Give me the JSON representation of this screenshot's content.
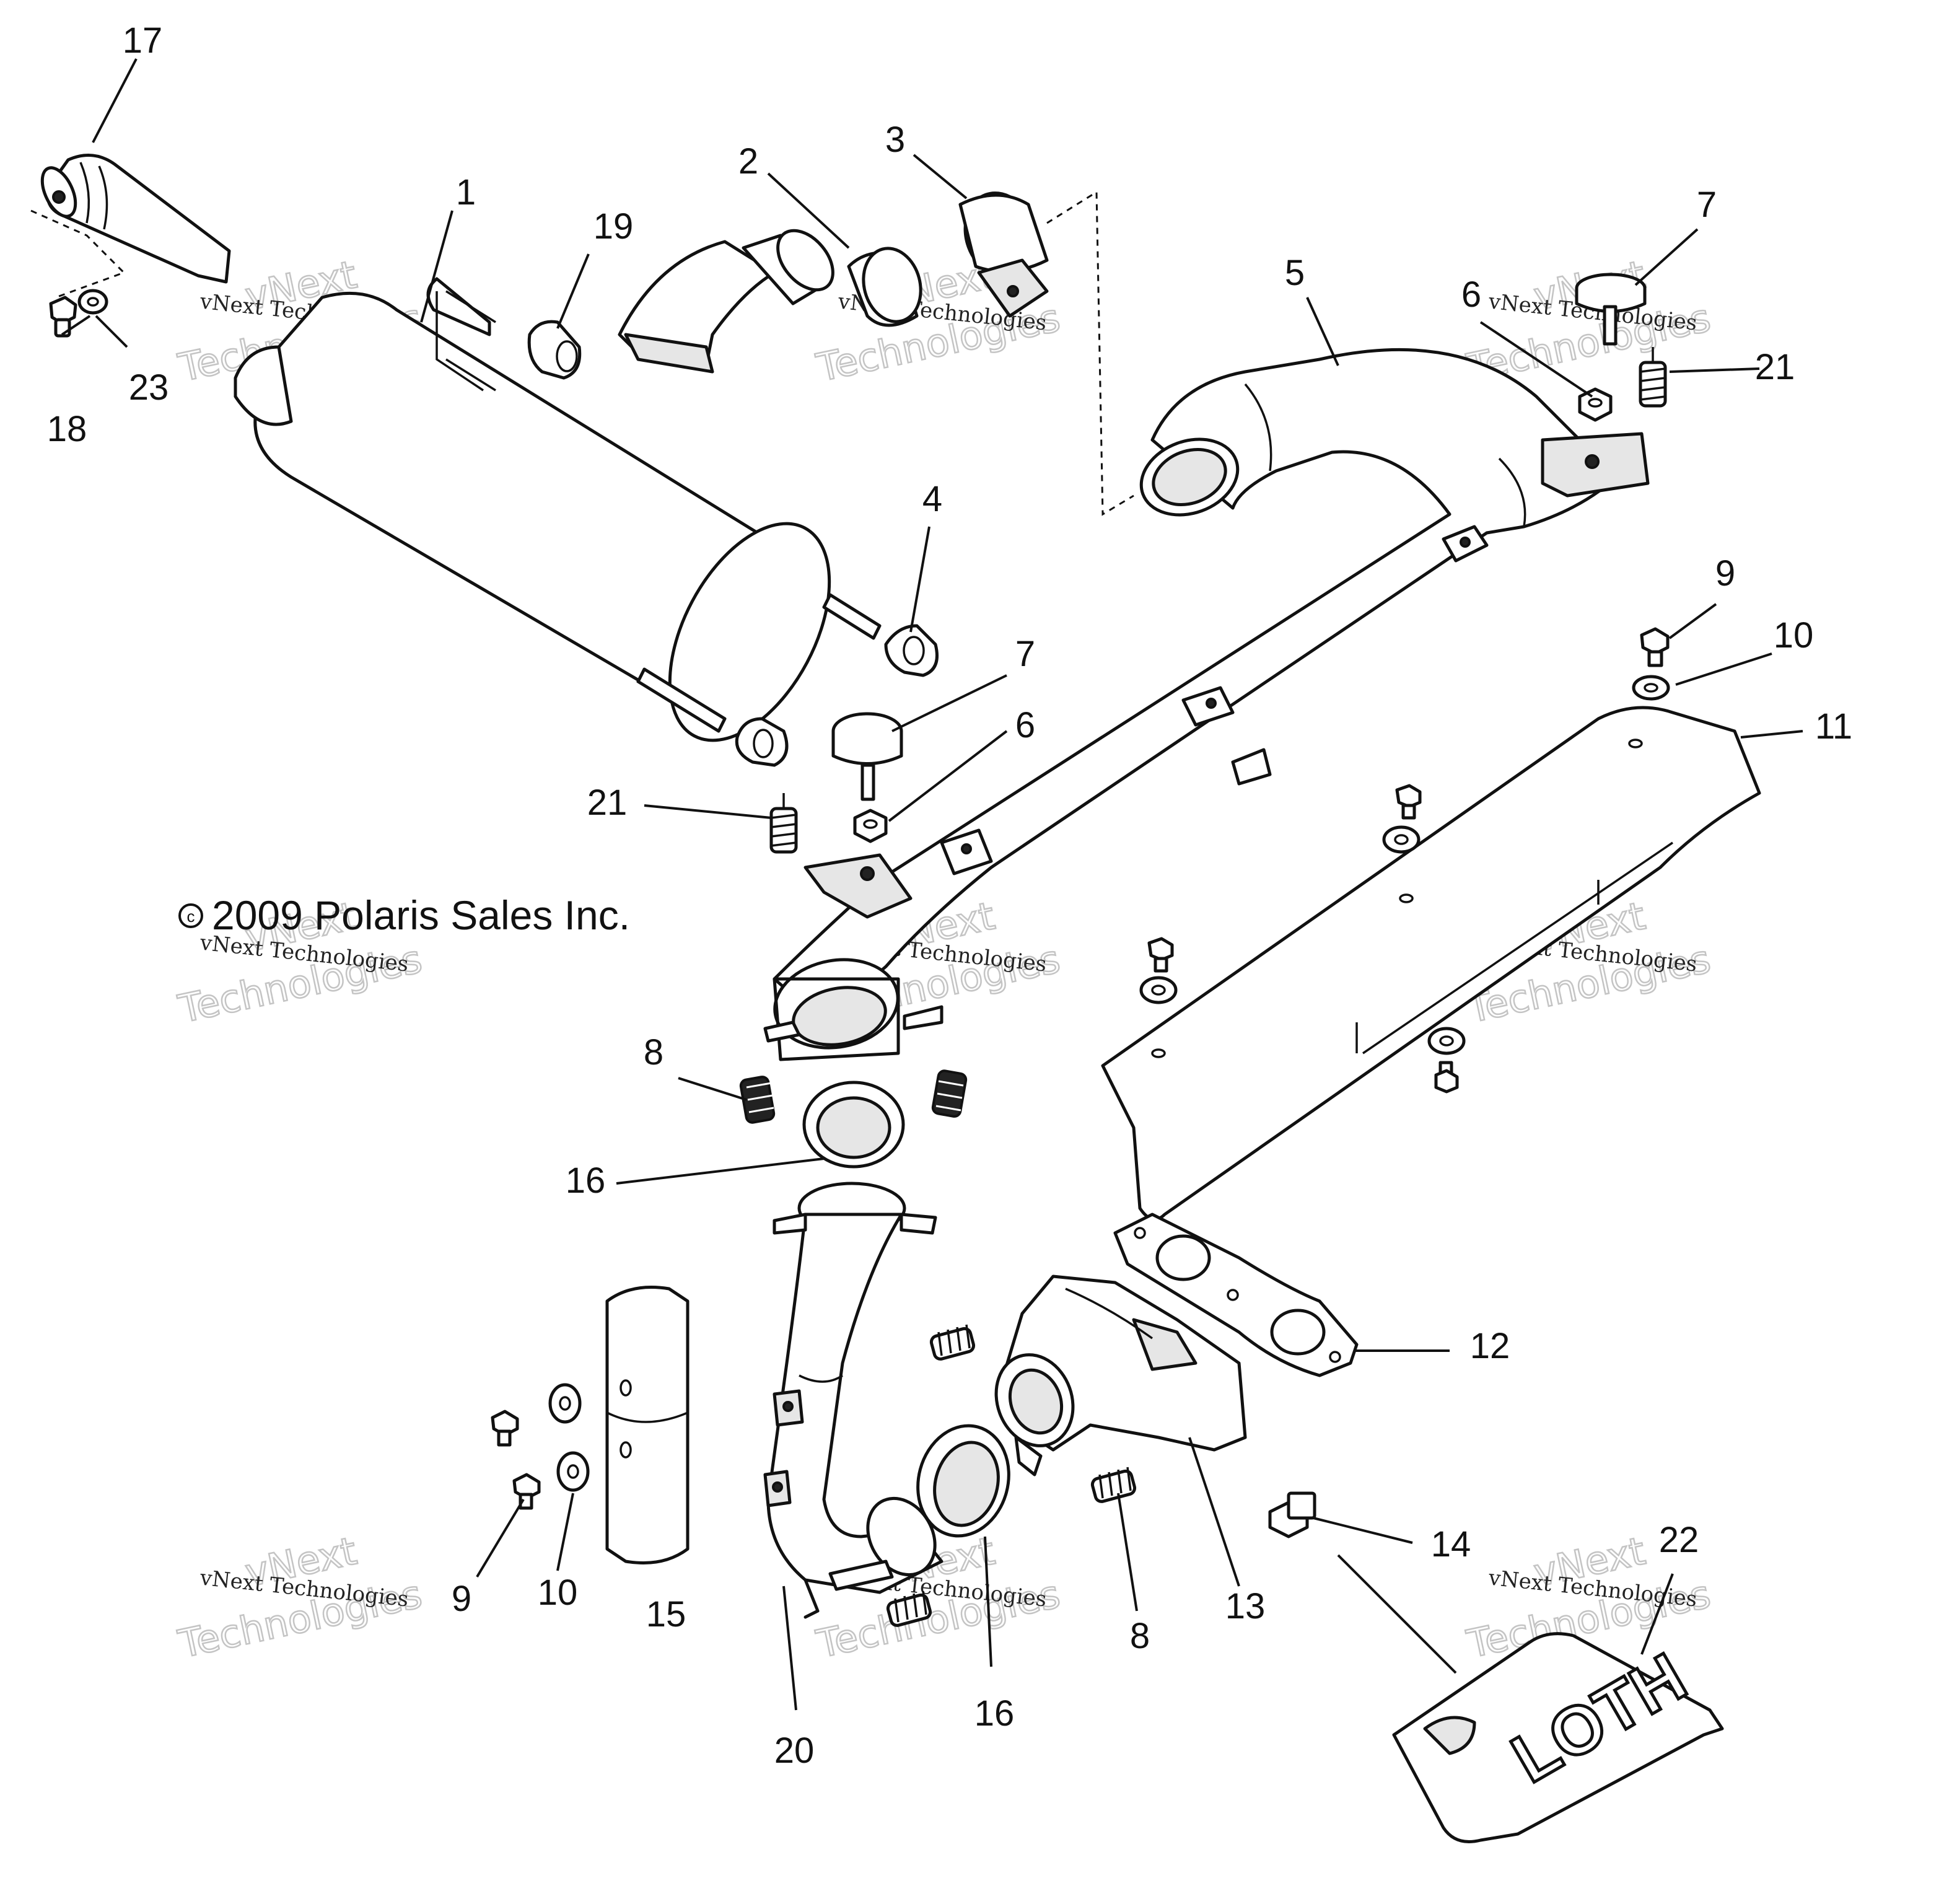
{
  "callouts": {
    "c1": "1",
    "c2": "2",
    "c3": "3",
    "c4": "4",
    "c5": "5",
    "c6a": "6",
    "c6b": "6",
    "c7a": "7",
    "c7b": "7",
    "c8a": "8",
    "c8b": "8",
    "c9a": "9",
    "c9b": "9",
    "c10a": "10",
    "c10b": "10",
    "c11": "11",
    "c12": "12",
    "c13": "13",
    "c14": "14",
    "c15": "15",
    "c16a": "16",
    "c16b": "16",
    "c17": "17",
    "c18": "18",
    "c19": "19",
    "c20": "20",
    "c21a": "21",
    "c21b": "21",
    "c22": "22",
    "c23": "23"
  },
  "copyright": "2009 Polaris Sales Inc.",
  "copyright_symbol": "c",
  "watermark": {
    "line1": "vNext",
    "line2": "Technologies",
    "small": "vNext Technologies"
  }
}
